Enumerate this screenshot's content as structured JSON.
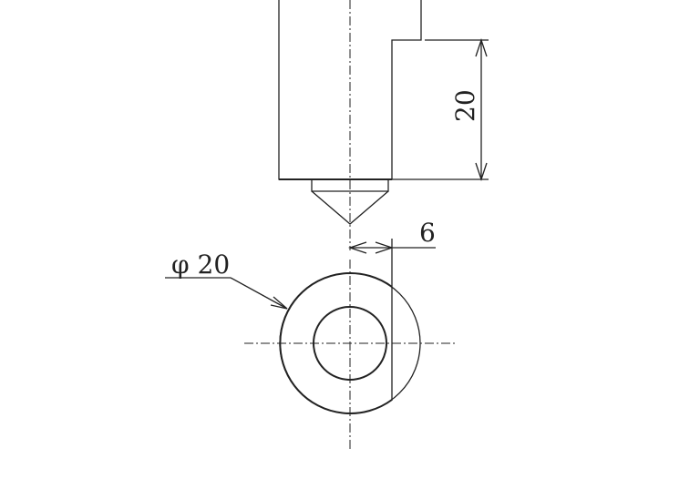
{
  "drawing": {
    "dimensions": {
      "height_label": "20",
      "offset_label": "6",
      "diameter_label": "φ 20"
    },
    "line_color": "#222222"
  }
}
